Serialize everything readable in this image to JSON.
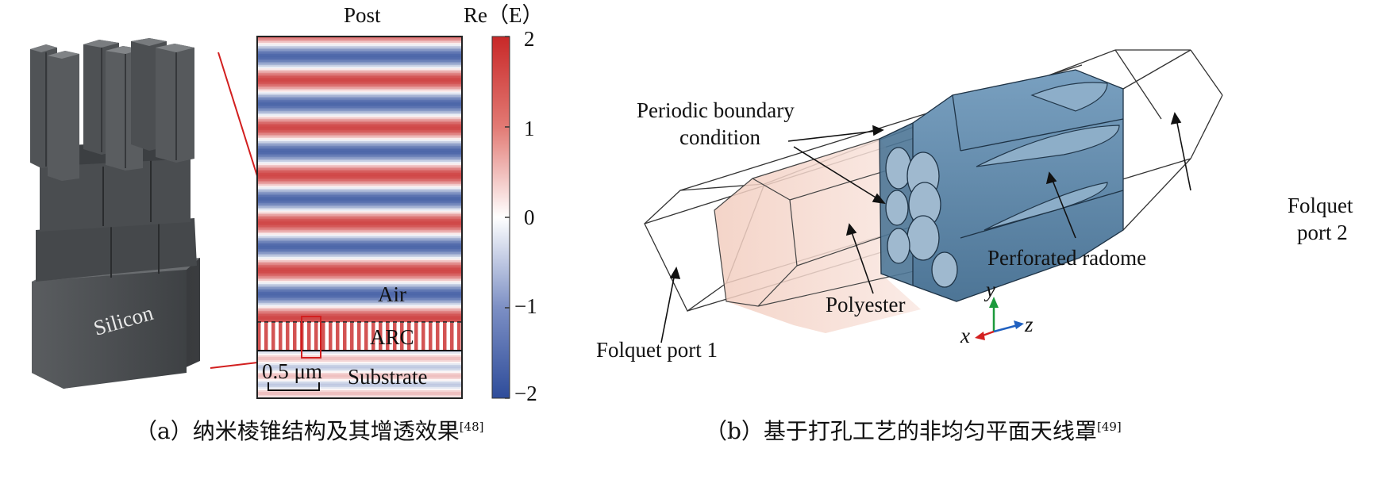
{
  "panel_a": {
    "field_title": "Post",
    "colorbar_title": "Re（E）",
    "colorbar_ticks": [
      "2",
      "1",
      "0",
      "−1",
      "−2"
    ],
    "colorbar_values": [
      2,
      1,
      0,
      -1,
      -2
    ],
    "colors": {
      "positive": "#c82828",
      "zero": "#ffffff",
      "negative": "#2e4c9a",
      "silicon": "#4e5154"
    },
    "region_labels": {
      "silicon": "Silicon",
      "air": "Air",
      "arc": "ARC",
      "substrate": "Substrate"
    },
    "scale_bar": "0.5 μm",
    "caption": "（a）纳米棱锥结构及其增透效果",
    "caption_ref": "[48]"
  },
  "panel_b": {
    "labels": {
      "periodic_1": "Periodic boundary",
      "periodic_2": "condition",
      "folquet_2a": "Folquet",
      "folquet_2b": "port 2",
      "perforated": "Perforated radome",
      "polyester": "Polyester",
      "folquet_1": "Folquet port 1"
    },
    "axes": {
      "x": "x",
      "y": "y",
      "z": "z"
    },
    "colors": {
      "polyester": "#f4d6cc",
      "radome": "#5f88ab",
      "x_axis": "#d42020",
      "y_axis": "#1c9a3c",
      "z_axis": "#2060c0"
    },
    "caption": "（b）基于打孔工艺的非均匀平面天线罩",
    "caption_ref": "[49]"
  }
}
